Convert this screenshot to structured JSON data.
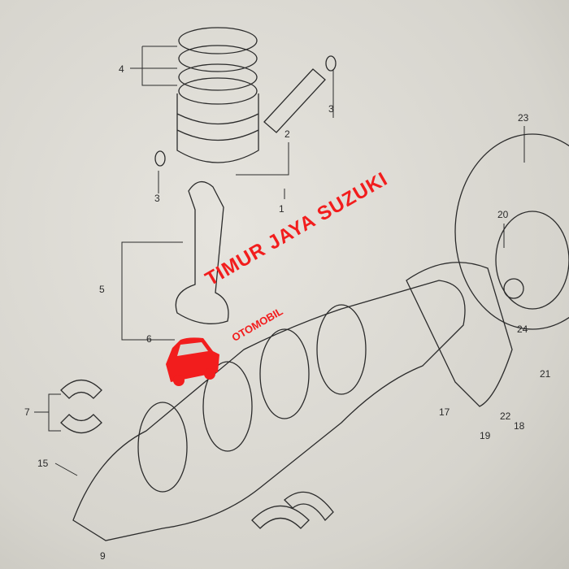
{
  "callouts": [
    "4",
    "3",
    "2",
    "3",
    "1",
    "23",
    "20",
    "5",
    "6",
    "24",
    "7",
    "17",
    "19",
    "22",
    "18",
    "21",
    "15",
    "9"
  ],
  "watermark": {
    "title": "TIMUR JAYA SUZUKI",
    "subtitle": "OTOMOBIL",
    "color": "#f21d1d",
    "icon": "car-icon"
  }
}
